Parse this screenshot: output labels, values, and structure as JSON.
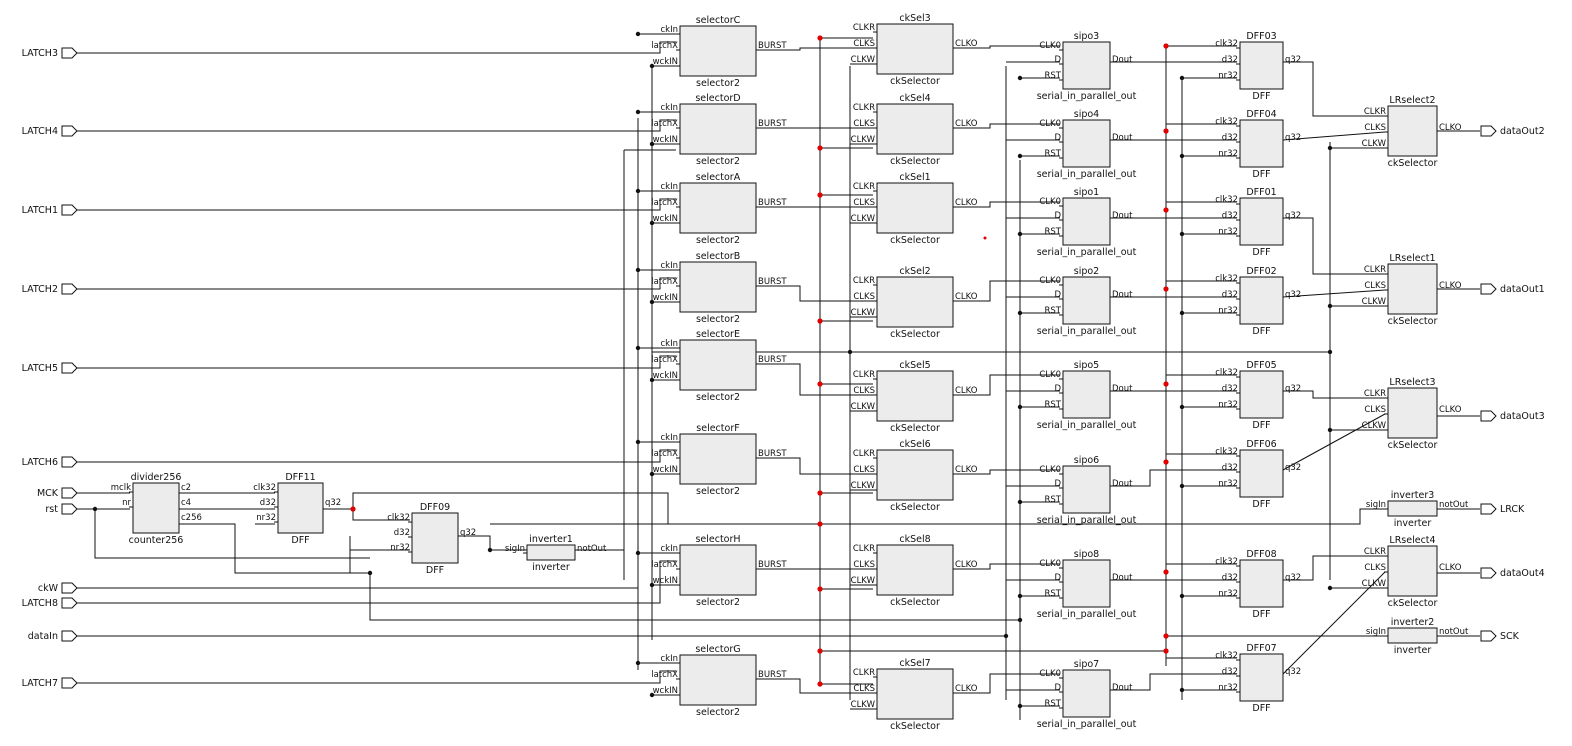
{
  "inputs": {
    "LATCH3": "LATCH3",
    "LATCH4": "LATCH4",
    "LATCH1": "LATCH1",
    "LATCH2": "LATCH2",
    "LATCH5": "LATCH5",
    "LATCH6": "LATCH6",
    "MCK": "MCK",
    "rst": "rst",
    "ckW": "ckW",
    "LATCH8": "LATCH8",
    "dataIn": "dataIn",
    "LATCH7": "LATCH7"
  },
  "outputs": {
    "dataOut2": "dataOut2",
    "dataOut1": "dataOut1",
    "dataOut3": "dataOut3",
    "LRCK": "LRCK",
    "dataOut4": "dataOut4",
    "SCK": "SCK"
  },
  "types": {
    "selector2": "selector2",
    "ckSelector": "ckSelector",
    "serial_in_parallel_out": "serial_in_parallel_out",
    "DFF": "DFF",
    "counter256": "counter256",
    "inverter": "inverter"
  },
  "pins": {
    "ckIn": "ckIn",
    "latchX": "latchX",
    "wckIN": "wckIN",
    "BURST": "BURST",
    "CLKR": "CLKR",
    "CLKS": "CLKS",
    "CLKW": "CLKW",
    "CLKO": "CLKO",
    "CLK0": "CLK0",
    "D": "D",
    "RST": "RST",
    "Dout": "Dout",
    "clk32": "clk32",
    "d32": "d32",
    "nr32": "nr32",
    "q32": "q32",
    "mclk": "mclk",
    "nr": "nr",
    "c2": "c2",
    "c4": "c4",
    "c256": "c256",
    "sigIn": "sigIn",
    "notOut": "notOut"
  },
  "blocks": {
    "divider": "divider256",
    "dff11": "DFF11",
    "dff09": "DFF09",
    "inv1": "inverter1",
    "inv2": "inverter2",
    "inv3": "inverter3",
    "selectors": [
      "selectorC",
      "selectorD",
      "selectorA",
      "selectorB",
      "selectorE",
      "selectorF",
      "selectorH",
      "selectorG"
    ],
    "cksels": [
      "ckSel3",
      "ckSel4",
      "ckSel1",
      "ckSel2",
      "ckSel5",
      "ckSel6",
      "ckSel8",
      "ckSel7"
    ],
    "sipos": [
      "sipo3",
      "sipo4",
      "sipo1",
      "sipo2",
      "sipo5",
      "sipo6",
      "sipo8",
      "sipo7"
    ],
    "dffs": [
      "DFF03",
      "DFF04",
      "DFF01",
      "DFF02",
      "DFF05",
      "DFF06",
      "DFF08",
      "DFF07"
    ],
    "lrsel": [
      "LRselect2",
      "LRselect1",
      "LRselect3",
      "LRselect4"
    ]
  },
  "colors": {
    "wire": "#111111",
    "highlight": "#e00000",
    "clock_net": "#22cc22",
    "block_fill": "#ececec"
  }
}
